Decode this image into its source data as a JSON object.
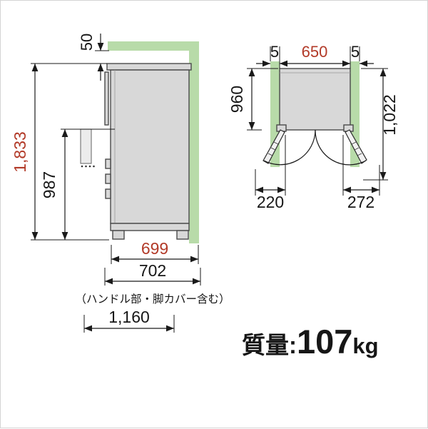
{
  "colors": {
    "red": "#b23a28",
    "green": "#b8dba9",
    "body_gray": "#d8d8d8",
    "line": "#1a1a1a"
  },
  "side_view": {
    "clearance_top": "50",
    "height_total": "1,833",
    "height_handle": "987",
    "depth_body": "699",
    "depth_with_cover": "702",
    "note": "（ハンドル部・脚カバー含む）",
    "depth_door_open": "1,160"
  },
  "top_view": {
    "gap_left": "5",
    "width_body": "650",
    "gap_right": "5",
    "depth_closed": "960",
    "depth_open": "1,022",
    "door_left_swing": "220",
    "door_right_swing": "272"
  },
  "weight": {
    "label": "質量:",
    "value": "107",
    "unit": "kg"
  }
}
